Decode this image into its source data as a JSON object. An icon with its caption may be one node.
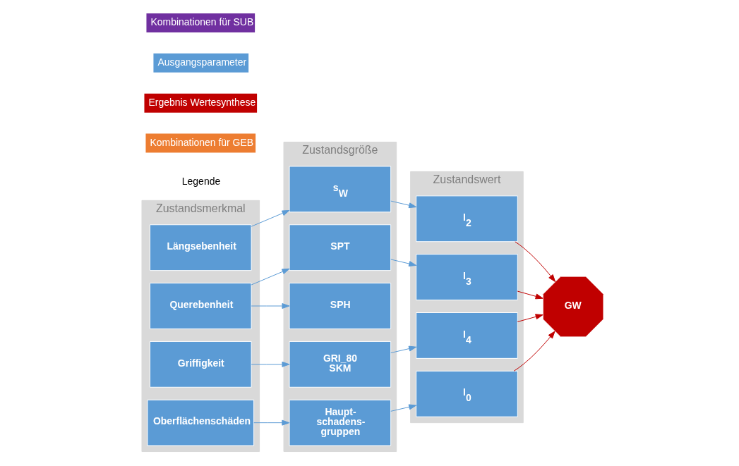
{
  "diagram": {
    "nodes": [
      {
        "text": [
          "Zustandsmerkmal"
        ]
      },
      {
        "text": [
          "Längsebenheit"
        ],
        "in": 0
      },
      {
        "text": [
          "Querebenheit"
        ],
        "in": 0
      },
      {
        "text": [
          "Griffigkeit"
        ],
        "in": 0
      },
      {
        "text": [
          "Oberflächenschäden"
        ],
        "in": 0
      },
      {
        "text": [
          "Zustandsgröße"
        ]
      },
      {
        "text": [
          "s$_{W}$"
        ],
        "in": 5
      },
      {
        "text": [
          "SPT"
        ],
        "in": 5
      },
      {
        "text": [
          "SPH"
        ],
        "in": 5
      },
      {
        "text": [
          "GRI_80 SKM"
        ],
        "in": 5
      },
      {
        "text": [
          "Haupt- schadens- gruppen"
        ],
        "in": 5
      },
      {
        "text": [
          "Zustandswert"
        ]
      },
      {
        "text": [
          "I$_{2}$"
        ],
        "in": 11
      },
      {
        "text": [
          "I$_{3}$"
        ],
        "in": 11
      },
      {
        "text": [
          "I$_{4}$"
        ],
        "in": 11
      },
      {
        "text": [
          "I$_{0}$"
        ],
        "in": 11
      },
      {
        "text": [
          "GW"
        ]
      }
    ],
    "edges": [
      {
        "from": 1,
        "to": 6,
        "arrow": "to"
      },
      {
        "from": 6,
        "to": 12,
        "arrow": "to"
      },
      {
        "from": 2,
        "to": 7,
        "arrow": "to"
      },
      {
        "from": 2,
        "to": 8,
        "arrow": "to"
      },
      {
        "from": 7,
        "to": 13,
        "arrow": "to"
      },
      {
        "from": 3,
        "to": 9,
        "arrow": "to"
      },
      {
        "from": 9,
        "to": 14,
        "arrow": "to"
      },
      {
        "from": 4,
        "to": 10,
        "arrow": "to"
      },
      {
        "from": 10,
        "to": 15,
        "arrow": "to"
      },
      {
        "from": 12,
        "to": 16,
        "arrow": "to",
        "color": "#c00000"
      },
      {
        "from": 13,
        "to": 16,
        "arrow": "to",
        "color": "#c00000"
      },
      {
        "from": 14,
        "to": 16,
        "arrow": "to",
        "color": "#c00000"
      },
      {
        "from": 15,
        "to": 16,
        "arrow": "to",
        "color": "#c00000"
      }
    ],
    "labels": [
      "Legende"
    ],
    "legend": [
      {
        "text": "Kombinationen für GEB",
        "color": "#ed7d31"
      },
      {
        "text": "Ergebnis Wertesynthese",
        "color": "#c00000"
      },
      {
        "text": "Ausgangsparameter",
        "color": "#5b9bd5"
      },
      {
        "text": "Kombinationen für SUB",
        "color": "#7030a0"
      }
    ]
  }
}
